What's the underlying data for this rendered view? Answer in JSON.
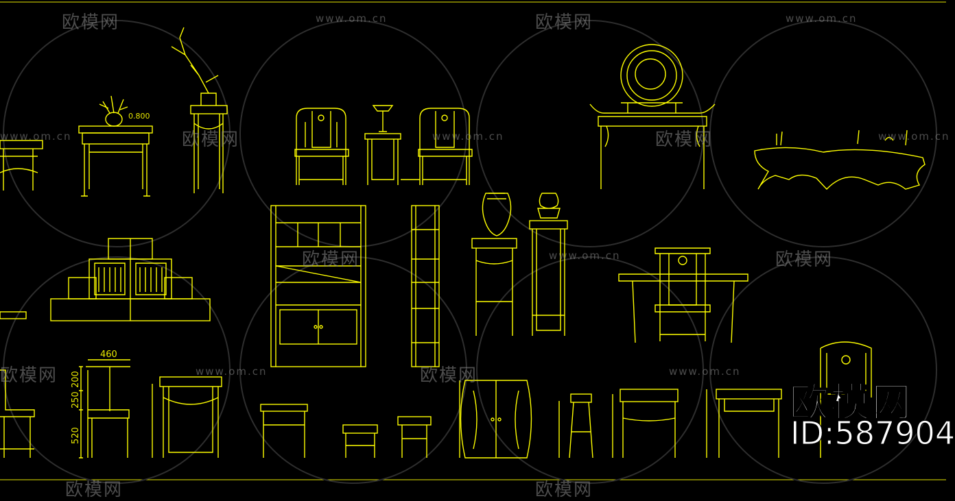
{
  "watermark": {
    "logo_text": "欧模网",
    "url_text": "www.om.cn"
  },
  "dimensions": {
    "width_label": "460",
    "h1": "200",
    "h2": "250",
    "h3": "520",
    "table_height": "0.800"
  },
  "brand": {
    "logo": "欧模网",
    "id_text": "ID:587904"
  },
  "colors": {
    "background": "#000000",
    "line": "#ffff00",
    "watermark": "#8a8a8a"
  }
}
